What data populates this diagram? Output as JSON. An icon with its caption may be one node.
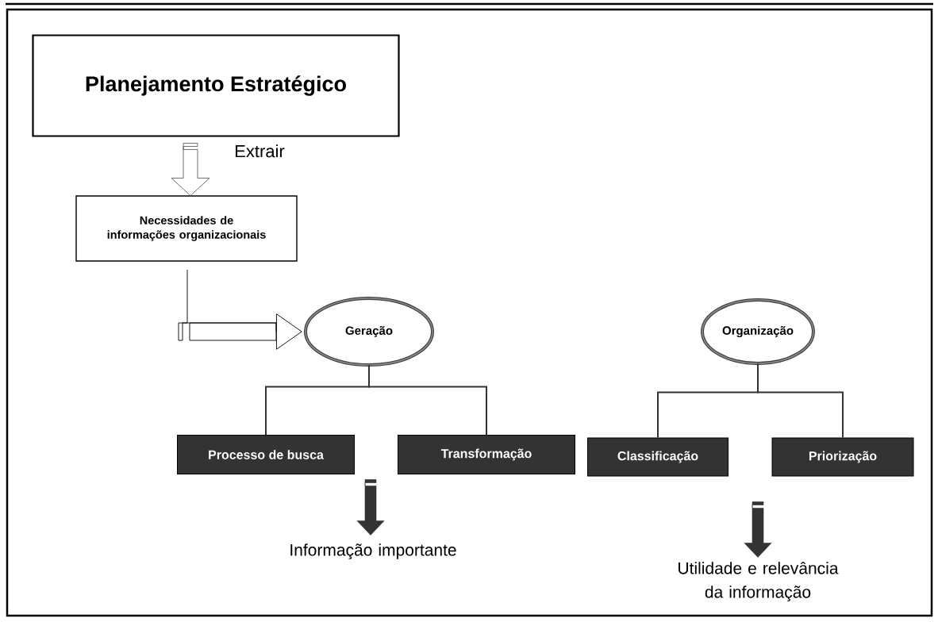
{
  "diagram": {
    "nodes": [
      {
        "text": [
          "Planejamento Estratégico"
        ]
      },
      {
        "text": [
          "Necessidades de informações organizacionais"
        ]
      },
      {
        "text": [
          "Geração"
        ]
      },
      {
        "text": [
          "Organização"
        ]
      },
      {
        "text": [
          "Processo de busca"
        ]
      },
      {
        "text": [
          "Transformação"
        ]
      },
      {
        "text": [
          "Classificação"
        ]
      },
      {
        "text": [
          "Priorização"
        ]
      },
      {
        "text": [
          "Informação importante"
        ]
      },
      {
        "text": [
          "Utilidade e relevância da informação"
        ]
      }
    ],
    "edges": [
      {
        "from": 0,
        "to": 1,
        "arrow": "to",
        "label": "Extrair"
      },
      {
        "from": 1,
        "to": 2,
        "arrow": "to"
      },
      {
        "from": 2,
        "to": 4,
        "arrow": "none"
      },
      {
        "from": 2,
        "to": 5,
        "arrow": "none"
      },
      {
        "from": 3,
        "to": 6,
        "arrow": "none"
      },
      {
        "from": 3,
        "to": 7,
        "arrow": "none"
      },
      {
        "from": null,
        "to": 8,
        "arrow": "to"
      },
      {
        "from": null,
        "to": 9,
        "arrow": "to"
      }
    ]
  }
}
